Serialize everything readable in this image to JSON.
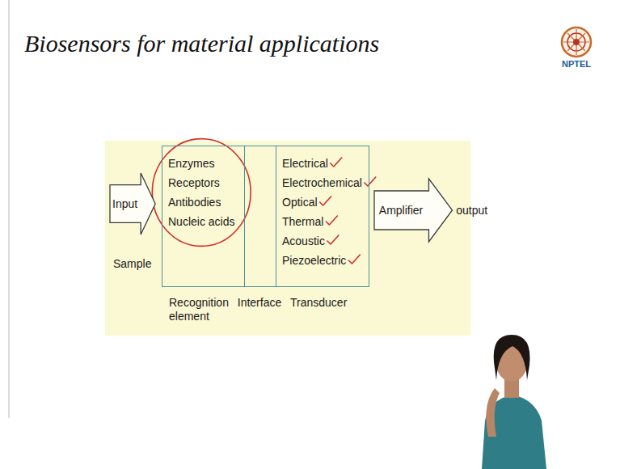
{
  "diagram": {
    "title": "Biosensors for material applications",
    "nodes": [
      {
        "text": [
          "Input"
        ]
      },
      {
        "text": [
          "Enzymes",
          "Receptors",
          "Antibodies",
          "Nucleic acids",
          "Recognition element"
        ]
      },
      {
        "text": [
          "Interface"
        ]
      },
      {
        "text": [
          "Electrical",
          "Electrochemical",
          "Optical",
          "Thermal",
          "Acoustic",
          "Piezoelectric",
          "Transducer"
        ]
      },
      {
        "text": [
          "Amplifier"
        ]
      }
    ],
    "labels": [
      "Sample",
      "output",
      "NPTEL"
    ]
  }
}
